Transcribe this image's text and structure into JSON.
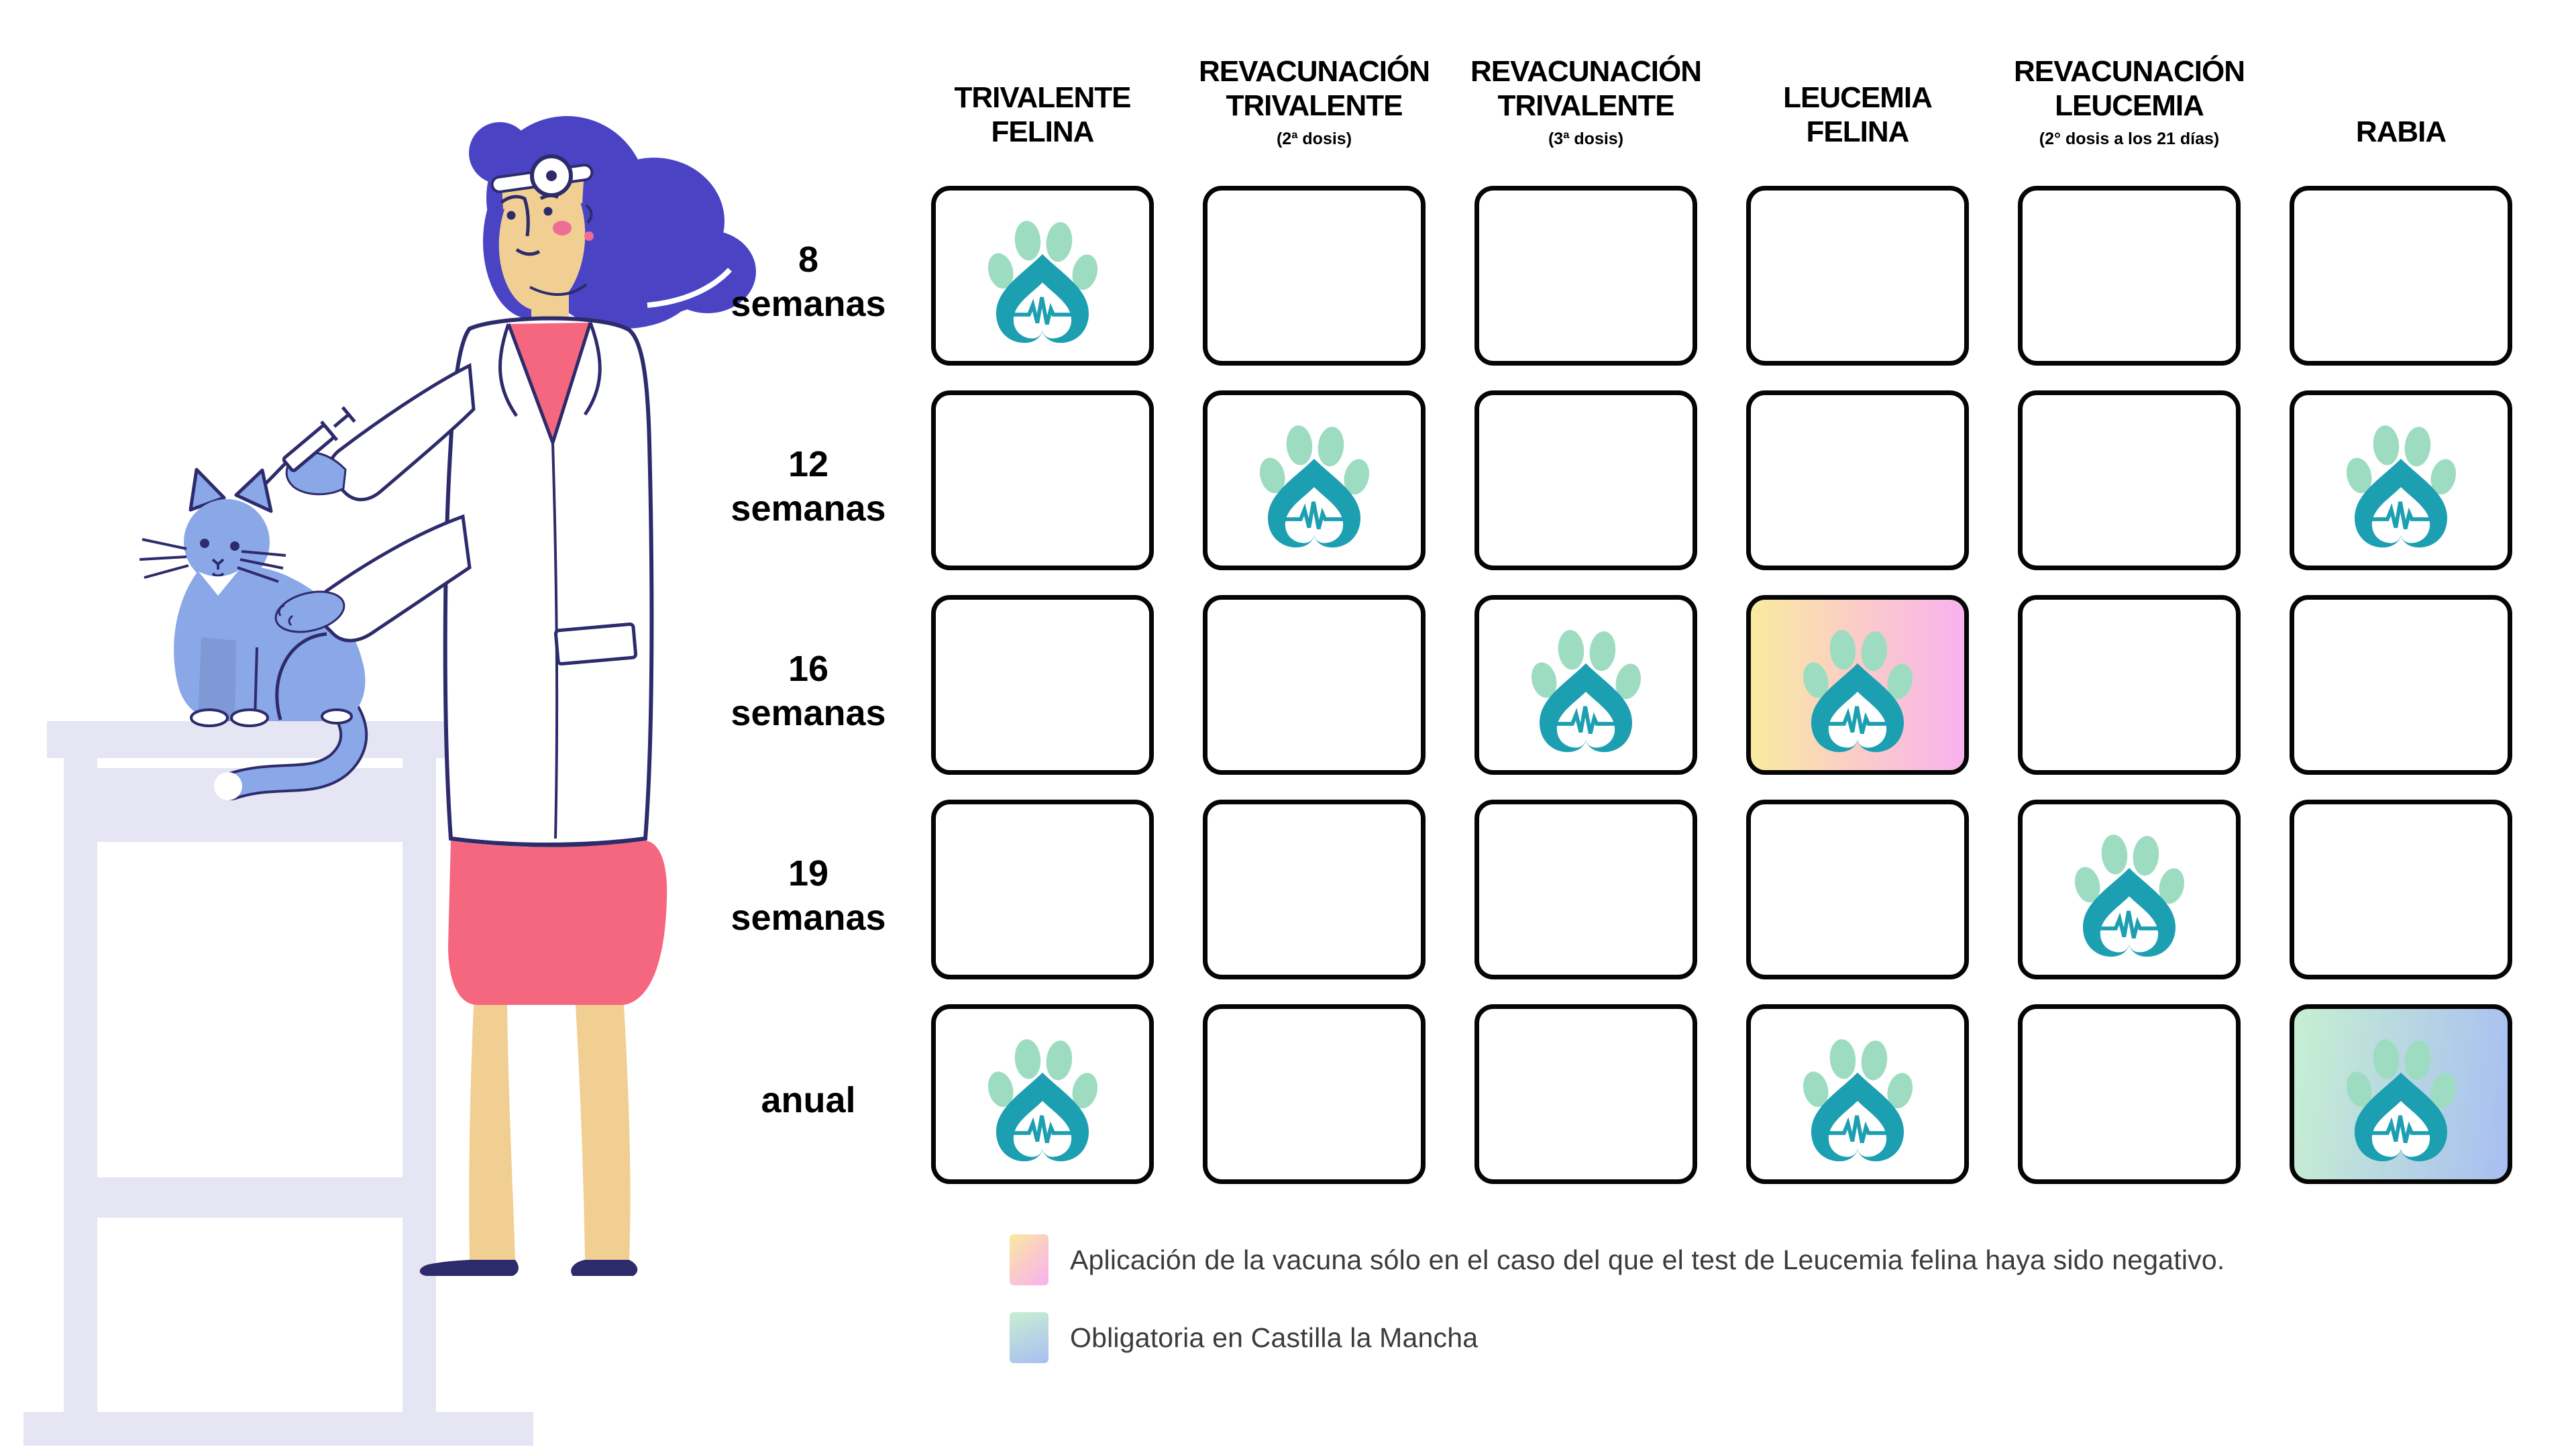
{
  "columns": [
    {
      "title_lines": [
        "TRIVALENTE",
        "FELINA"
      ],
      "subtitle": ""
    },
    {
      "title_lines": [
        "REVACUNACIÓN",
        "TRIVALENTE"
      ],
      "subtitle": "(2ª dosis)"
    },
    {
      "title_lines": [
        "REVACUNACIÓN",
        "TRIVALENTE"
      ],
      "subtitle": "(3ª dosis)"
    },
    {
      "title_lines": [
        "LEUCEMIA",
        "FELINA"
      ],
      "subtitle": ""
    },
    {
      "title_lines": [
        "REVACUNACIÓN",
        "LEUCEMIA"
      ],
      "subtitle": "(2° dosis a los 21 días)"
    },
    {
      "title_lines": [
        "RABIA"
      ],
      "subtitle": ""
    }
  ],
  "rows": [
    {
      "label_lines": [
        "8",
        "semanas"
      ]
    },
    {
      "label_lines": [
        "12",
        "semanas"
      ]
    },
    {
      "label_lines": [
        "16",
        "semanas"
      ]
    },
    {
      "label_lines": [
        "19",
        "semanas"
      ]
    },
    {
      "label_lines": [
        "anual"
      ]
    }
  ],
  "schedule": [
    [
      "plain",
      null,
      null,
      null,
      null,
      null
    ],
    [
      null,
      "plain",
      null,
      null,
      null,
      "plain"
    ],
    [
      null,
      null,
      "plain",
      "test_negative",
      null,
      null
    ],
    [
      null,
      null,
      null,
      null,
      "plain",
      null
    ],
    [
      "plain",
      null,
      null,
      "plain",
      null,
      "mandatory_cm"
    ]
  ],
  "legend": {
    "items": [
      {
        "swatch": "test-negative-gradient",
        "text": "Aplicación de la vacuna sólo en el caso del que el test de Leucemia felina haya sido negativo."
      },
      {
        "swatch": "castilla-mancha-gradient",
        "text": "Obligatoria en Castilla la Mancha"
      }
    ]
  },
  "icons": {
    "cell_marker": "paw-heart-ecg-icon",
    "illustration": "veterinarian-vaccinating-cat"
  },
  "colors": {
    "paw_teal": "#1d9fb2",
    "paw_pad": "#9edcc2",
    "cell_border": "#050505",
    "gradient_test_negative": [
      "#f8eb9e",
      "#fbcdc6",
      "#f8b2ee"
    ],
    "gradient_castilla_mancha": [
      "#c7efd2",
      "#a8bef2"
    ],
    "legend_text": "#3b3b3b",
    "hair": "#4a43c4",
    "skin": "#f1cf93",
    "coral": "#f4677e",
    "cat_blue": "#8aa7e7",
    "cat_blue_dark": "#7e99d6",
    "outline_navy": "#2d2b6b",
    "table_lavender": "#e5e5f3",
    "blush_pink": "#ee6d96"
  }
}
